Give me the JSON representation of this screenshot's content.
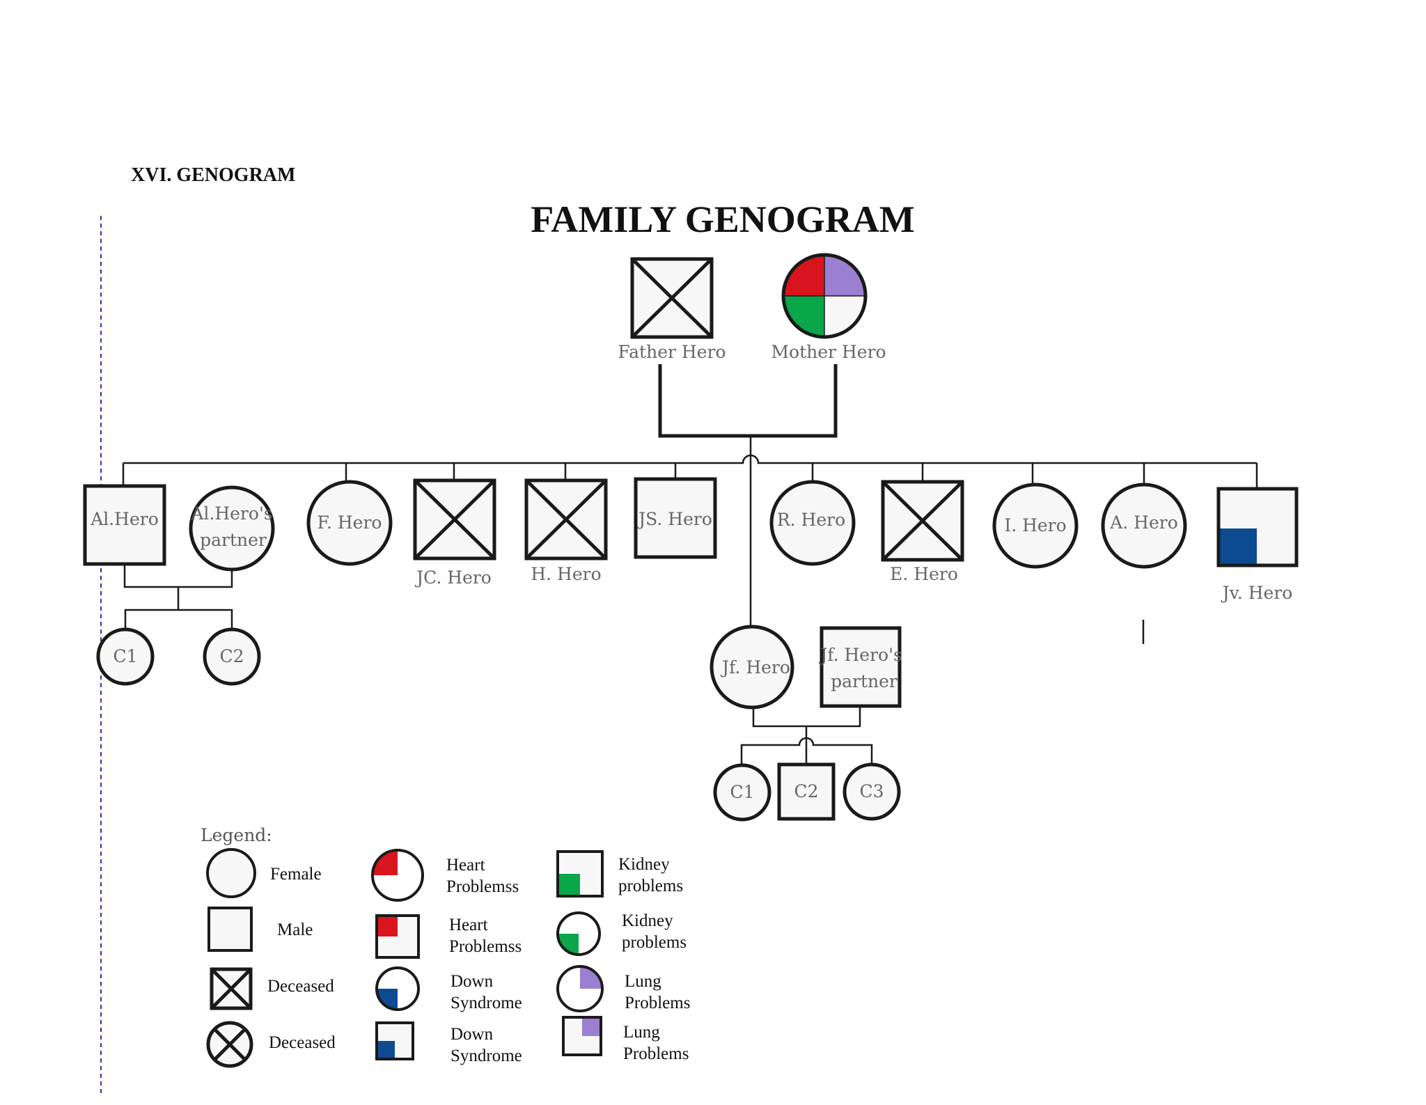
{
  "section_heading": "XVI. GENOGRAM",
  "title": "FAMILY GENOGRAM",
  "colors": {
    "heart": "#d9141e",
    "kidney": "#0aa64a",
    "lung": "#9b7fd1",
    "down_syndrome": "#0e4a92",
    "line": "#1a1a1a",
    "fill": "#f7f7f7",
    "margin_rule": "#3333aa"
  },
  "people": {
    "father": "Father Hero",
    "mother": "Mother Hero",
    "al": "Al.Hero",
    "al_partner": [
      "Al.Hero's",
      "partner"
    ],
    "f": "F. Hero",
    "jc": "JC. Hero",
    "h": "H. Hero",
    "js": "JS. Hero",
    "r": "R. Hero",
    "e": "E. Hero",
    "i": "I. Hero",
    "a": "A. Hero",
    "jv": "Jv. Hero",
    "jf": "Jf. Hero",
    "jf_partner": [
      "Jf. Hero's",
      "partner"
    ],
    "al_c1": "C1",
    "al_c2": "C2",
    "jf_c1": "C1",
    "jf_c2": "C2",
    "jf_c3": "C3"
  },
  "legend": {
    "title": "Legend:",
    "female": "Female",
    "male": "Male",
    "deceased_male": "Deceased",
    "deceased_female": "Deceased",
    "heart_female": [
      "Heart",
      "Problemss"
    ],
    "heart_male": [
      "Heart",
      "Problemss"
    ],
    "down_female": [
      "Down",
      "Syndrome"
    ],
    "down_male": [
      "Down",
      "Syndrome"
    ],
    "kidney_male": [
      "Kidney",
      "problems"
    ],
    "kidney_female": [
      "Kidney",
      "problems"
    ],
    "lung_female": [
      "Lung",
      "Problems"
    ],
    "lung_male": [
      "Lung",
      "Problems"
    ]
  }
}
